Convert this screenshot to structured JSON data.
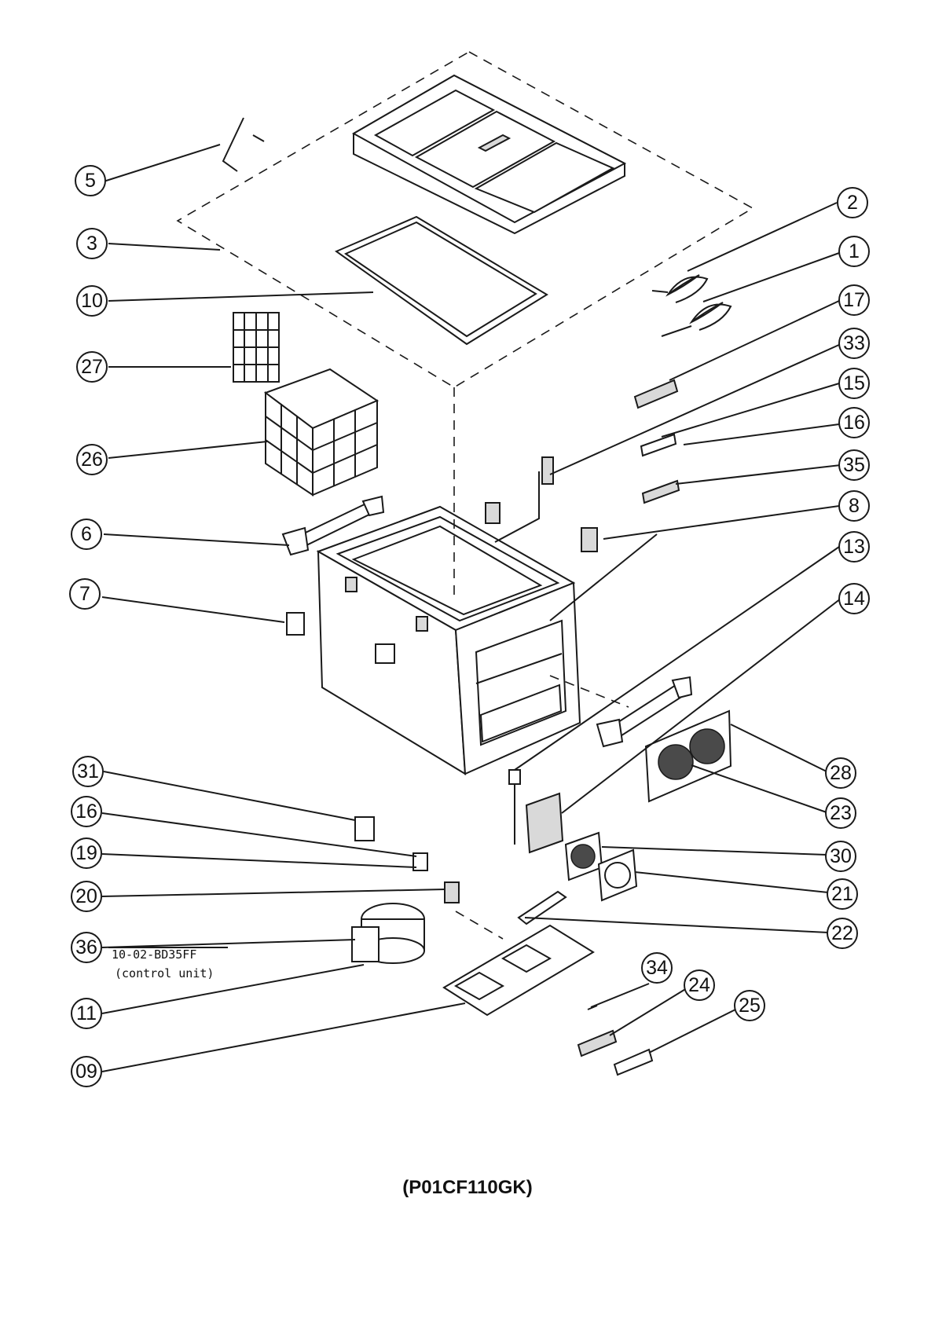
{
  "callouts": [
    "5",
    "3",
    "10",
    "27",
    "26",
    "6",
    "7",
    "2",
    "1",
    "17",
    "33",
    "15",
    "16",
    "35",
    "8",
    "13",
    "14",
    "28",
    "23",
    "30",
    "21",
    "22",
    "31",
    "16",
    "19",
    "20",
    "36",
    "11",
    "09",
    "34",
    "24",
    "25"
  ],
  "control_unit_note": {
    "line1": "10-02-BD35FF",
    "line2": "(control unit)"
  },
  "model_code": "(P01CF110GK)"
}
